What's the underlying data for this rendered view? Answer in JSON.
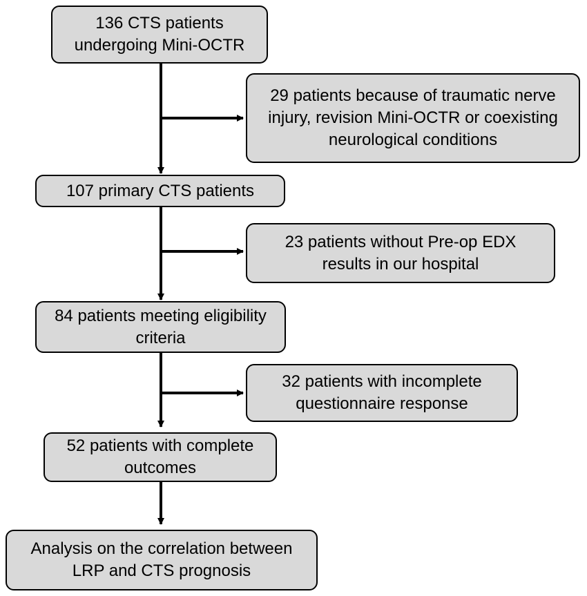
{
  "flowchart": {
    "main_steps": [
      {
        "id": "step1",
        "text": "136 CTS patients\nundergoing Mini-OCTR"
      },
      {
        "id": "step2",
        "text": "107 primary CTS patients"
      },
      {
        "id": "step3",
        "text": "84 patients meeting eligibility\ncriteria"
      },
      {
        "id": "step4",
        "text": "52 patients with complete\noutcomes"
      },
      {
        "id": "step5",
        "text": "Analysis on the correlation between\nLRP and CTS prognosis"
      }
    ],
    "exclusions": [
      {
        "id": "excl1",
        "text": "29 patients because of traumatic nerve\ninjury, revision Mini-OCTR or coexisting\nneurological conditions"
      },
      {
        "id": "excl2",
        "text": "23 patients without Pre-op EDX\nresults in our hospital"
      },
      {
        "id": "excl3",
        "text": "32 patients with incomplete\nquestionnaire response"
      }
    ]
  },
  "colors": {
    "box_fill": "#d9d9d9",
    "box_border": "#000000",
    "arrow": "#000000",
    "text": "#000000"
  }
}
